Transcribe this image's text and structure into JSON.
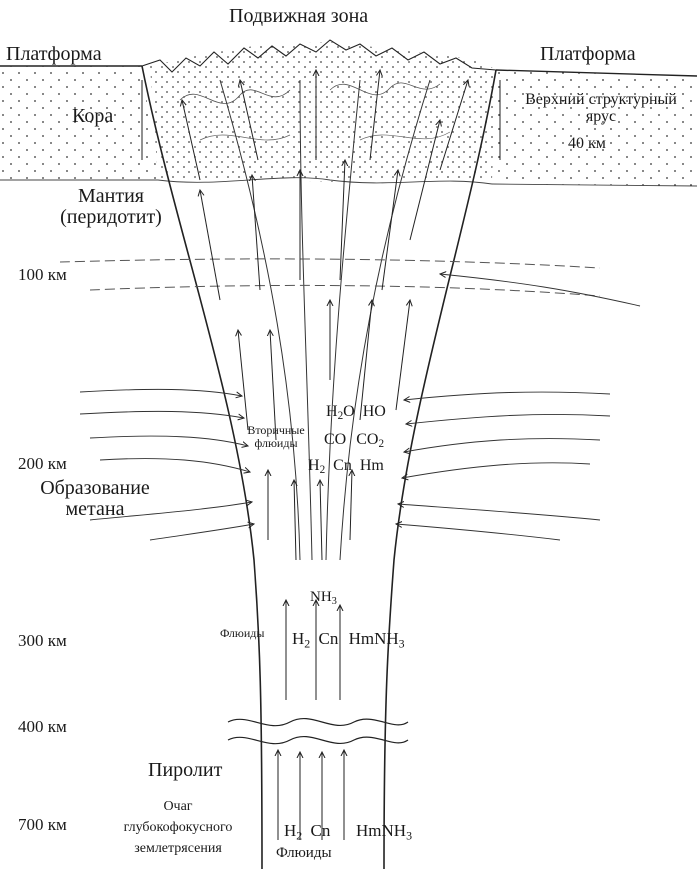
{
  "diagram": {
    "top_label": "Подвижная зона",
    "platform_left": "Платформа",
    "platform_right": "Платформа",
    "crust": "Кора",
    "upper_tier_line1": "Верхний структурный",
    "upper_tier_line2": "ярус",
    "crust_depth": "40 км",
    "mantle_line1": "Мантия",
    "mantle_line2": "(перидотит)",
    "depth_100": "100 км",
    "depth_200": "200 км",
    "depth_300": "300 км",
    "depth_400": "400 км",
    "depth_700": "700 км",
    "methane_line1": "Образование",
    "methane_line2": "метана",
    "secondary_fluids_line1": "Вторичные",
    "secondary_fluids_line2": "флюиды",
    "fluids_side": "Флюиды",
    "pyrolite": "Пиролит",
    "focus_line1": "Очаг",
    "focus_line2": "глубокофокусного",
    "focus_line3": "землетрясения",
    "fluids_bottom": "Флюиды",
    "chem": {
      "h": "H",
      "two": "2",
      "three": "3",
      "o": "O",
      "ho": "HO",
      "co": "CO",
      "co_base": "CO",
      "cn": "Cn",
      "hm": "Hm",
      "nh": "NH",
      "hmnh": "HmNH"
    }
  }
}
